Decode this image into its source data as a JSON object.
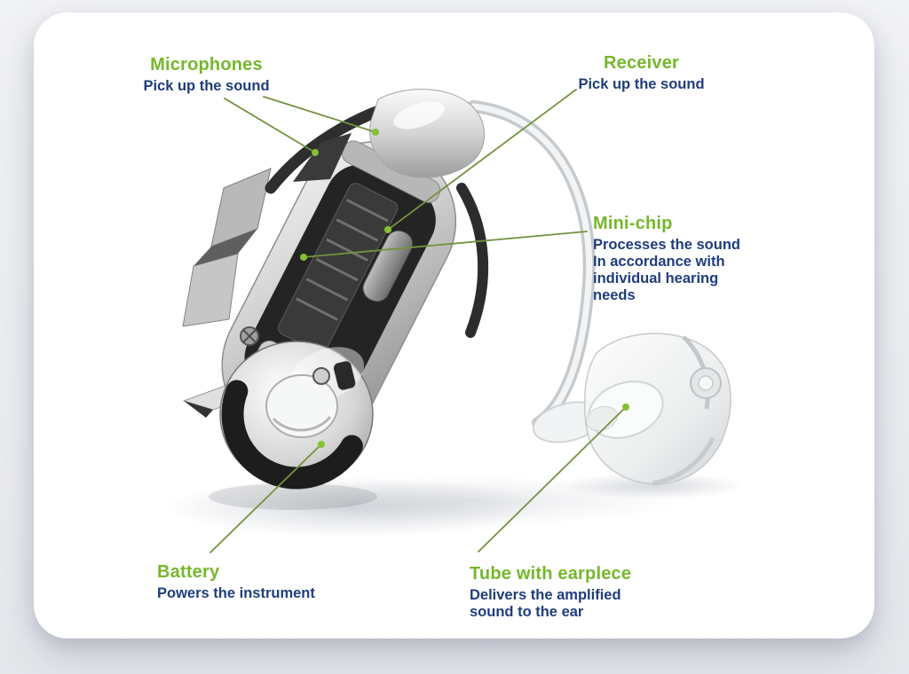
{
  "colors": {
    "accent_green": "#76b72c",
    "navy": "#1f3d7c",
    "line_green": "#74923f",
    "dot_green": "#84c136",
    "card_bg": "#ffffff",
    "page_bg": "#ebedf1"
  },
  "illustration": {
    "name": "hearing-aid-cutaway-diagram"
  },
  "callouts": {
    "microphones": {
      "title": "Microphones",
      "description": "Pick up the sound"
    },
    "receiver": {
      "title": "Receiver",
      "description": "Pick up the sound"
    },
    "mini_chip": {
      "title": "Mini-chip",
      "description": "Processes the sound\nIn accordance with\nindividual hearing\nneeds"
    },
    "battery": {
      "title": "Battery",
      "description": "Powers the instrument"
    },
    "tube": {
      "title": "Tube with earplece",
      "description": "Delivers the amplified\nsound to the ear"
    }
  }
}
